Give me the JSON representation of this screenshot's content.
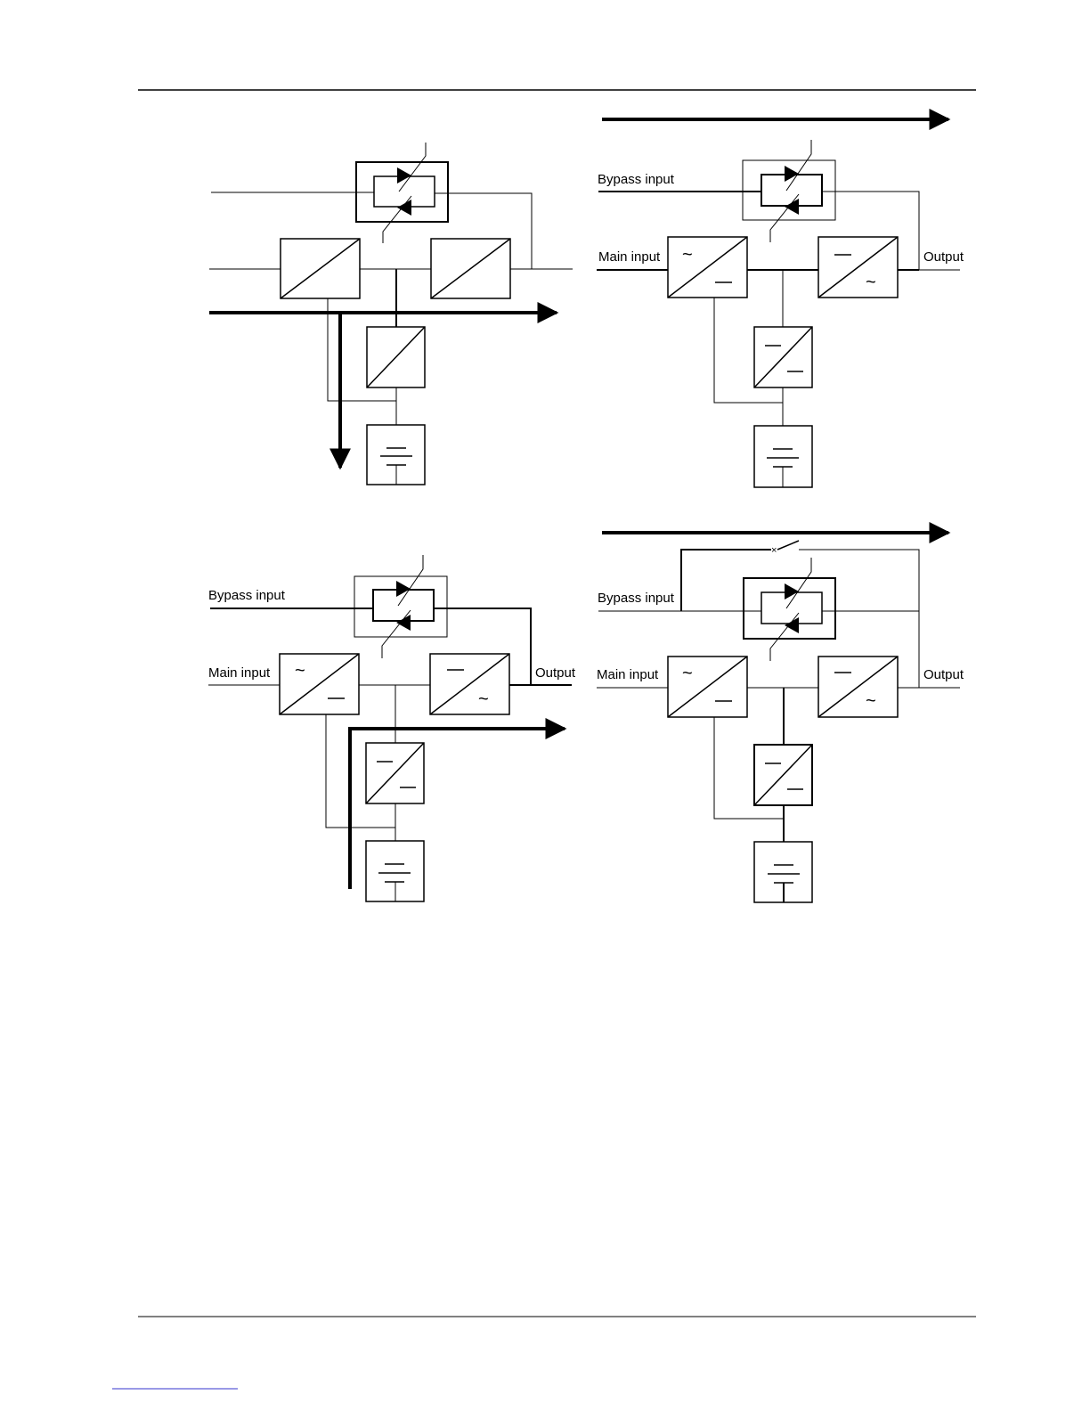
{
  "labels": {
    "bypass_input": "Bypass input",
    "main_input": "Main input",
    "output": "Output"
  },
  "colors": {
    "ink": "#000000",
    "paper": "#ffffff",
    "footer_link": "#3333cc"
  }
}
